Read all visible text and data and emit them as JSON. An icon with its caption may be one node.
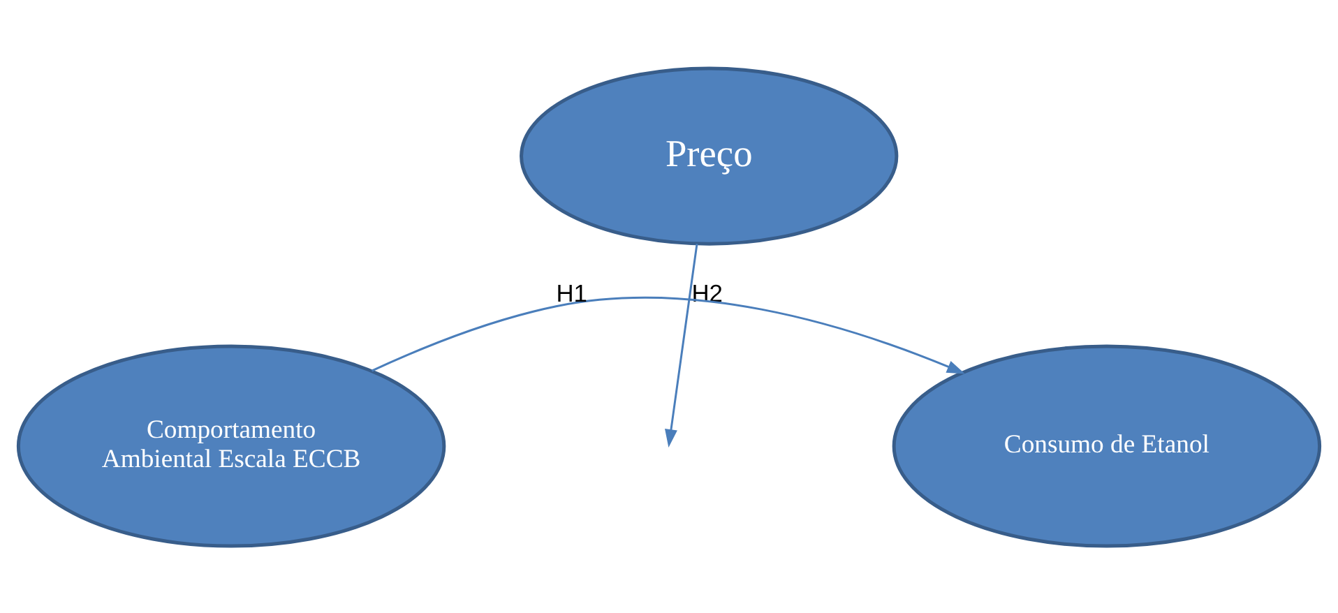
{
  "diagram": {
    "nodes": [
      {
        "text": [
          "Preço"
        ]
      },
      {
        "text": [
          "Comportamento Ambiental Escala ECCB"
        ]
      },
      {
        "text": [
          "Consumo de Etanol"
        ]
      }
    ],
    "edges": [
      {
        "from": 1,
        "to": 2,
        "arrow": "to",
        "label": "H1"
      },
      {
        "from": 0,
        "to": null,
        "arrow": "to",
        "label": "H2"
      }
    ]
  }
}
